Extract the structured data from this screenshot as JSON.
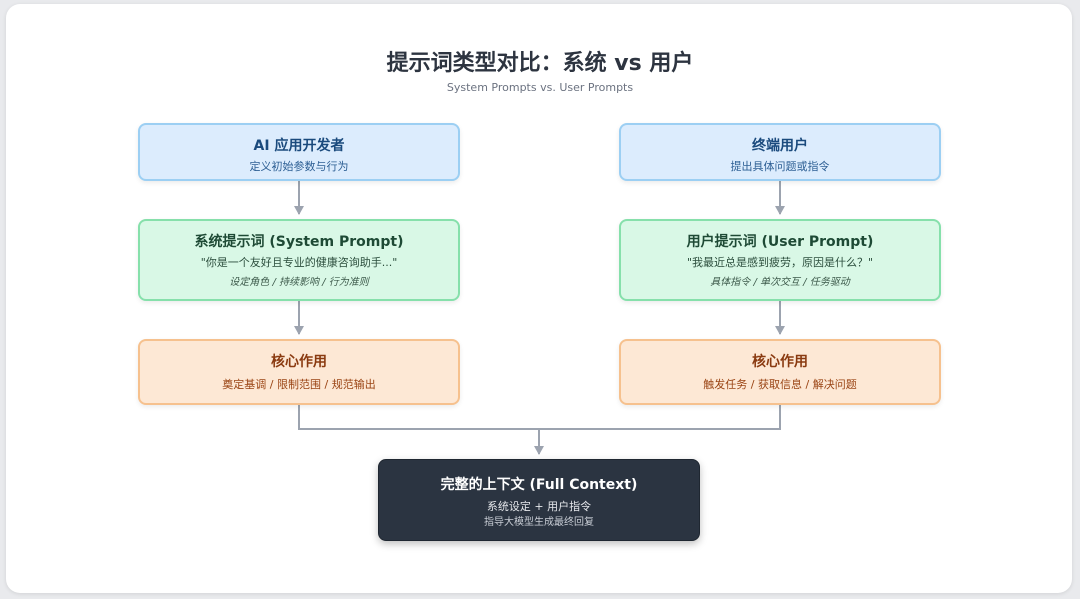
{
  "title": "提示词类型对比：系统 vs 用户",
  "subtitle": "System Prompts vs. User Prompts",
  "left": {
    "source": {
      "title": "AI 应用开发者",
      "desc": "定义初始参数与行为"
    },
    "prompt": {
      "title": "系统提示词 (System Prompt)",
      "example": "\"你是一个友好且专业的健康咨询助手...\"",
      "tags": "设定角色 / 持续影响 / 行为准则"
    },
    "role": {
      "title": "核心作用",
      "desc": "奠定基调 / 限制范围 / 规范输出"
    }
  },
  "right": {
    "source": {
      "title": "终端用户",
      "desc": "提出具体问题或指令"
    },
    "prompt": {
      "title": "用户提示词 (User Prompt)",
      "example": "\"我最近总是感到疲劳，原因是什么？\"",
      "tags": "具体指令 / 单次交互 / 任务驱动"
    },
    "role": {
      "title": "核心作用",
      "desc": "触发任务 / 获取信息 / 解决问题"
    }
  },
  "result": {
    "title": "完整的上下文 (Full Context)",
    "line1": "系统设定 + 用户指令",
    "line2": "指导大模型生成最终回复"
  },
  "colors": {
    "source_fill": "#dcecfd",
    "prompt_fill": "#d9f8e6",
    "role_fill": "#fde8d5",
    "result_fill": "#2b3441",
    "connector": "#9ca3af"
  }
}
